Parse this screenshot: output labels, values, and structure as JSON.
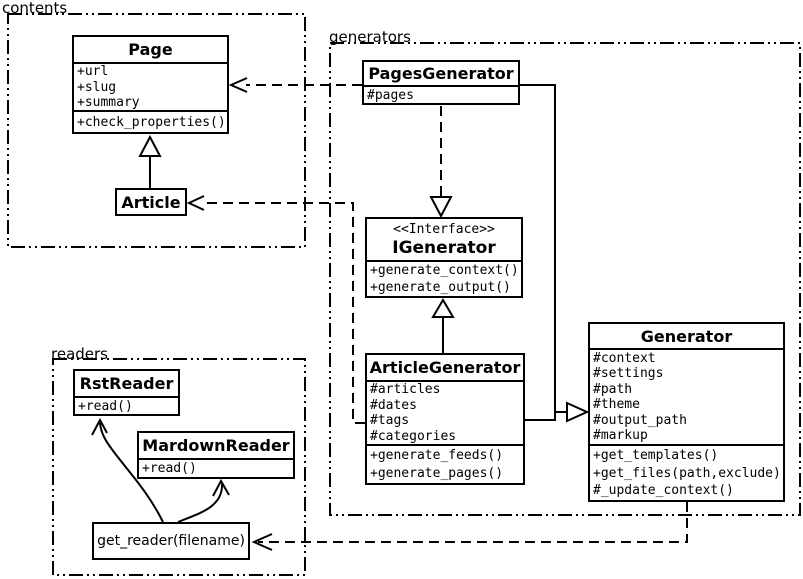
{
  "canvas": {
    "background": "#ffffff",
    "line_color": "#000000"
  },
  "packages": {
    "contents": {
      "label": "contents"
    },
    "generators": {
      "label": "generators"
    },
    "readers": {
      "label": "readers"
    }
  },
  "classes": {
    "page": {
      "title": "Page",
      "attributes": [
        "+url",
        "+slug",
        "+summary"
      ],
      "methods": [
        "+check_properties()"
      ]
    },
    "article": {
      "title": "Article"
    },
    "pages_generator": {
      "title": "PagesGenerator",
      "attributes": [
        "#pages"
      ]
    },
    "igenerator": {
      "stereotype": "<<Interface>>",
      "title": "IGenerator",
      "methods": [
        "+generate_context()",
        "+generate_output()"
      ]
    },
    "article_generator": {
      "title": "ArticleGenerator",
      "attributes": [
        "#articles",
        "#dates",
        "#tags",
        "#categories"
      ],
      "methods": [
        "+generate_feeds()",
        "+generate_pages()"
      ]
    },
    "generator": {
      "title": "Generator",
      "attributes": [
        "#context",
        "#settings",
        "#path",
        "#theme",
        "#output_path",
        "#markup"
      ],
      "methods": [
        "+get_templates()",
        "+get_files(path,exclude)",
        "#_update_context()"
      ]
    },
    "rst_reader": {
      "title": "RstReader",
      "methods": [
        "+read()"
      ]
    },
    "mardown_reader": {
      "title": "MardownReader",
      "methods": [
        "+read()"
      ]
    },
    "get_reader": {
      "title": "get_reader(filename)"
    }
  },
  "relationships": [
    {
      "from": "Article",
      "to": "Page",
      "type": "generalization",
      "style": "solid-hollow-triangle"
    },
    {
      "from": "PagesGenerator",
      "to": "Page",
      "type": "dependency",
      "style": "dashed-open-arrow"
    },
    {
      "from": "ArticleGenerator",
      "to": "Article",
      "type": "dependency",
      "style": "dashed-open-arrow"
    },
    {
      "from": "PagesGenerator",
      "to": "IGenerator",
      "type": "realization",
      "style": "dashed-hollow-triangle"
    },
    {
      "from": "ArticleGenerator",
      "to": "IGenerator",
      "type": "generalization",
      "style": "solid-hollow-triangle"
    },
    {
      "from": "PagesGenerator",
      "to": "Generator",
      "type": "generalization",
      "style": "solid-hollow-triangle"
    },
    {
      "from": "ArticleGenerator",
      "to": "Generator",
      "type": "generalization",
      "style": "solid-hollow-triangle"
    },
    {
      "from": "Generator",
      "to": "get_reader(filename)",
      "type": "dependency",
      "style": "dashed-open-arrow"
    },
    {
      "from": "get_reader(filename)",
      "to": "RstReader",
      "type": "association",
      "style": "curved-open-arrow"
    },
    {
      "from": "get_reader(filename)",
      "to": "MardownReader",
      "type": "association",
      "style": "curved-open-arrow"
    }
  ]
}
